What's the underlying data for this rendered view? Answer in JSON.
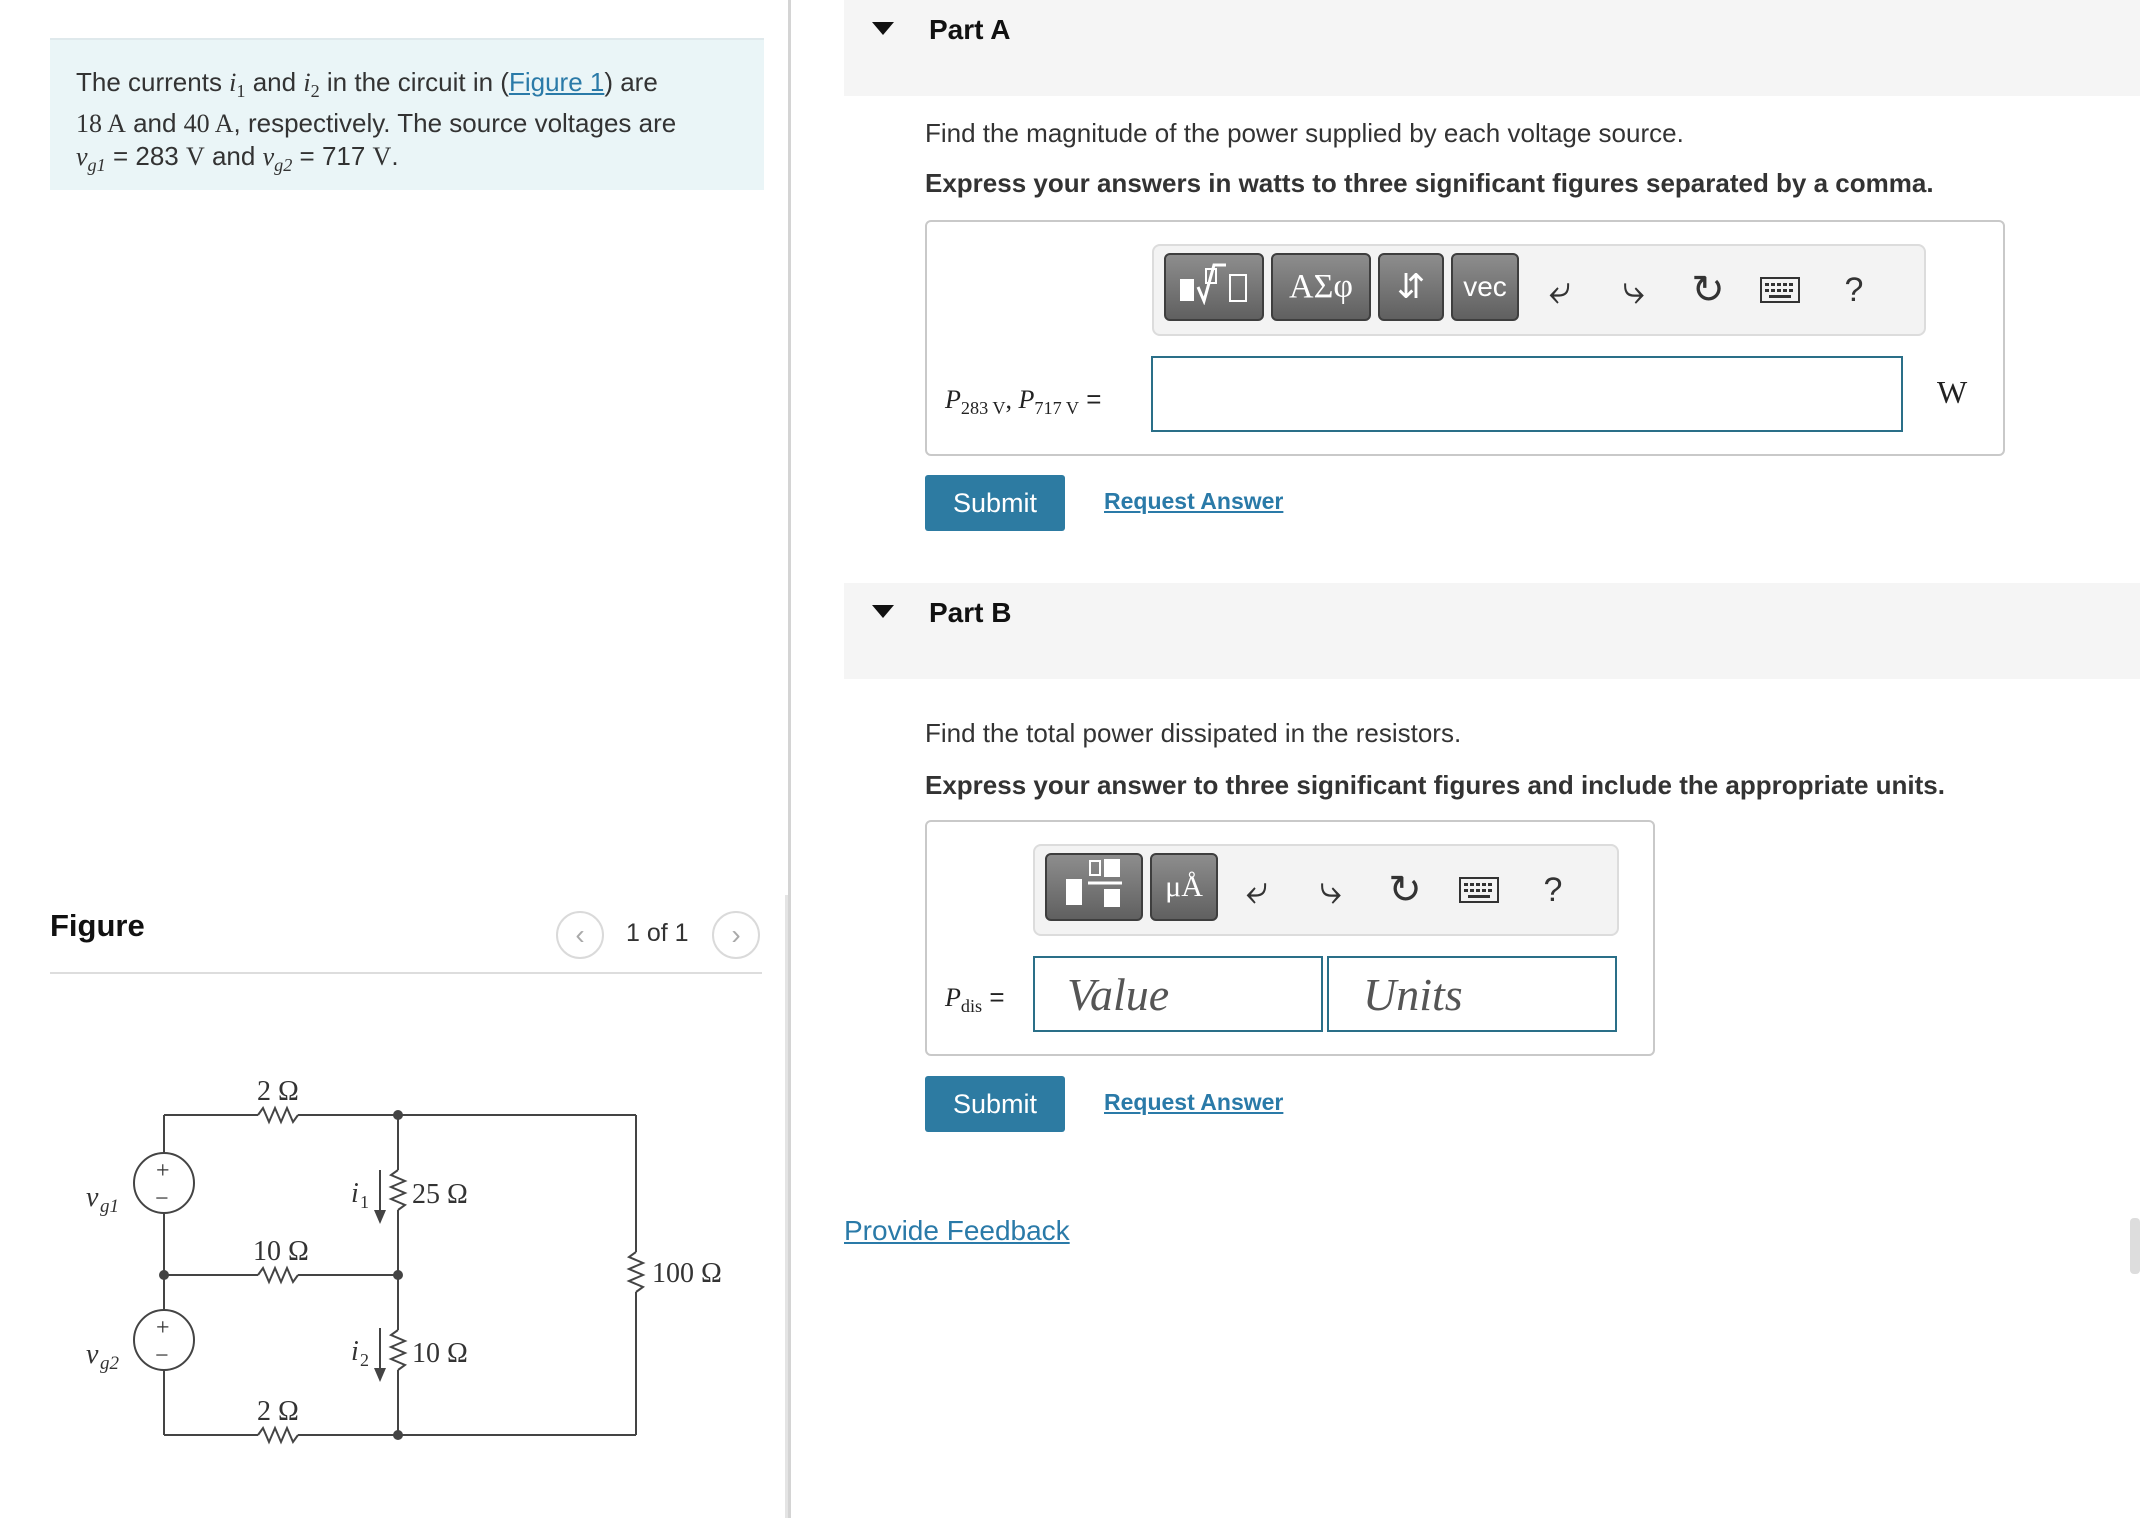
{
  "problem": {
    "t1": "The currents ",
    "i1": "i",
    "i1_sub": "1",
    "t2": " and ",
    "i2": "i",
    "i2_sub": "2",
    "t3": " in the circuit in (",
    "figure_link": "Figure 1",
    "t4": ") are",
    "val1": "18 A",
    "t5": " and ",
    "val2": "40 A",
    "t6": ", respectively. The source voltages are",
    "vg1": "v",
    "vg1_sub": "g1",
    "eq1": " = 283 ",
    "unit_v1": "V",
    "t7": " and ",
    "vg2": "v",
    "vg2_sub": "g2",
    "eq2": " = 717 ",
    "unit_v2": "V",
    "t8": "."
  },
  "figure": {
    "heading": "Figure",
    "page_indicator": "1 of 1",
    "prev_icon": "chevron-left-icon",
    "next_icon": "chevron-right-icon",
    "circuit": {
      "r_top": "2 Ω",
      "r_mid": "10 Ω",
      "r_bottom": "2 Ω",
      "r_25": "25 Ω",
      "r_10_right": "10 Ω",
      "r_100": "100 Ω",
      "i1_letter": "i",
      "i1_sub": "1",
      "i2_letter": "i",
      "i2_sub": "2",
      "vg1_letter": "v",
      "vg1_sub": "g1",
      "vg2_letter": "v",
      "vg2_sub": "g2",
      "plus": "+",
      "minus": "−"
    }
  },
  "partA": {
    "title": "Part A",
    "prompt": "Find the magnitude of the power supplied by each voltage source.",
    "instruction": "Express your answers in watts to three significant figures separated by a comma.",
    "toolbar": {
      "templates_icon": "templates-radical-icon",
      "greek_label": "ΑΣφ",
      "arrows_label": "⇵",
      "vec_label": "vec",
      "undo_icon": "undo-icon",
      "redo_icon": "redo-icon",
      "reset_icon": "reset-icon",
      "keyboard_icon": "keyboard-icon",
      "help_label": "?"
    },
    "label_p1": "P",
    "label_p1_sub": "283 V",
    "label_sep": ", ",
    "label_p2": "P",
    "label_p2_sub": "717 V",
    "label_eq": " =",
    "answer_value": "",
    "unit": "W",
    "submit_label": "Submit",
    "request_label": "Request Answer"
  },
  "partB": {
    "title": "Part B",
    "prompt": "Find the total power dissipated in the resistors.",
    "instruction": "Express your answer to three significant figures and include the appropriate units.",
    "toolbar": {
      "templates_icon": "fraction-template-icon",
      "units_label": "μÅ",
      "undo_icon": "undo-icon",
      "redo_icon": "redo-icon",
      "reset_icon": "reset-icon",
      "keyboard_icon": "keyboard-icon",
      "help_label": "?"
    },
    "label_p": "P",
    "label_p_sub": "dis",
    "label_eq": " =",
    "value_placeholder": "Value",
    "units_placeholder": "Units",
    "submit_label": "Submit",
    "request_label": "Request Answer"
  },
  "feedback": {
    "label": "Provide Feedback"
  },
  "colors": {
    "accent": "#2d7ba2",
    "link": "#2a7aa8",
    "problem_bg": "#eaf5f7",
    "input_border": "#2a6f88"
  }
}
